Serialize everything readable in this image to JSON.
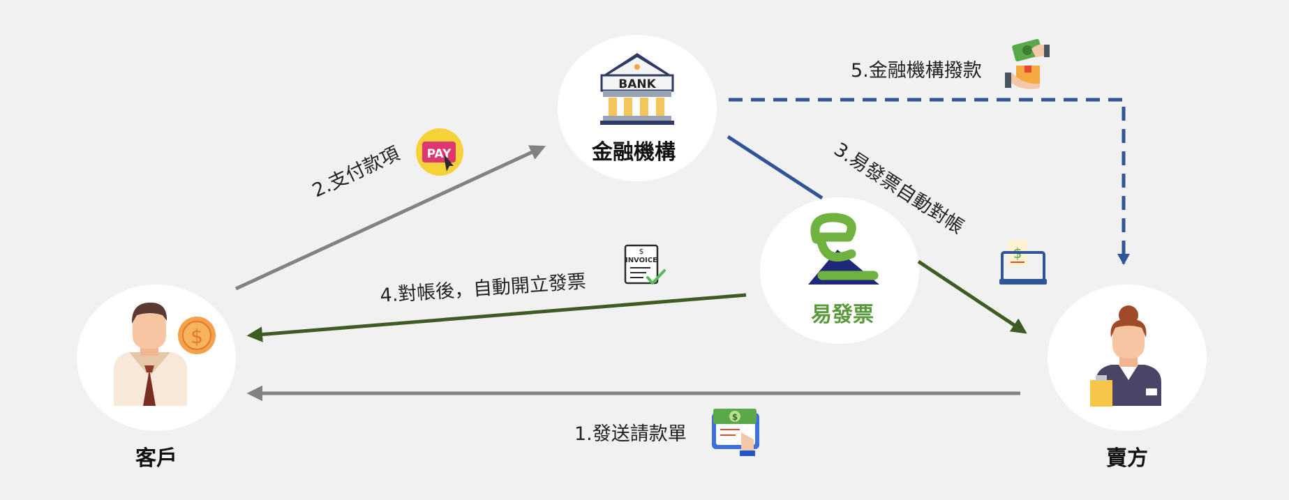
{
  "nodes": {
    "customer": {
      "label": "客戶"
    },
    "bank": {
      "label": "金融機構",
      "sign": "BANK"
    },
    "einvoice": {
      "label": "易發票"
    },
    "seller": {
      "label": "賣方"
    }
  },
  "steps": {
    "s1": "1.發送請款單",
    "s2": "2.支付款項",
    "s3": "3.易發票自動對帳",
    "s4": "4.對帳後，自動開立發票",
    "s5": "5.金融機構撥款"
  },
  "icons": {
    "pay_badge": "PAY",
    "invoice_doc": "INVOICE",
    "dollar": "$"
  },
  "colors": {
    "background": "#f1f1f1",
    "circle": "#ffffff",
    "gray_arrow": "#828282",
    "navy_arrow": "#2f5597",
    "green_arrow": "#3e5b23",
    "brand_green": "#5a9a3c",
    "brand_navy": "#1e2a78"
  }
}
